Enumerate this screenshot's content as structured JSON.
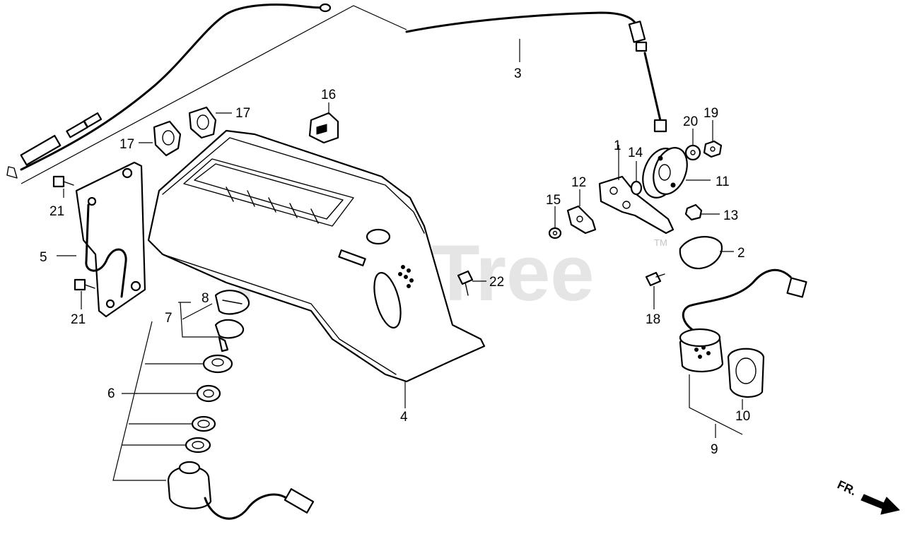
{
  "watermark": {
    "text": "PartsTree",
    "trademark": "TM"
  },
  "direction_indicator": {
    "label": "FR."
  },
  "callouts": {
    "p1": "1",
    "p2": "2",
    "p3": "3",
    "p4": "4",
    "p5": "5",
    "p6": "6",
    "p7": "7",
    "p8": "8",
    "p9": "9",
    "p10": "10",
    "p11": "11",
    "p12": "12",
    "p13": "13",
    "p14": "14",
    "p15": "15",
    "p16": "16",
    "p17a": "17",
    "p17b": "17",
    "p18": "18",
    "p19": "19",
    "p20": "20",
    "p21a": "21",
    "p21b": "21",
    "p22": "22"
  },
  "colors": {
    "line": "#000000",
    "background": "#ffffff",
    "watermark": "#d0d0d0"
  }
}
